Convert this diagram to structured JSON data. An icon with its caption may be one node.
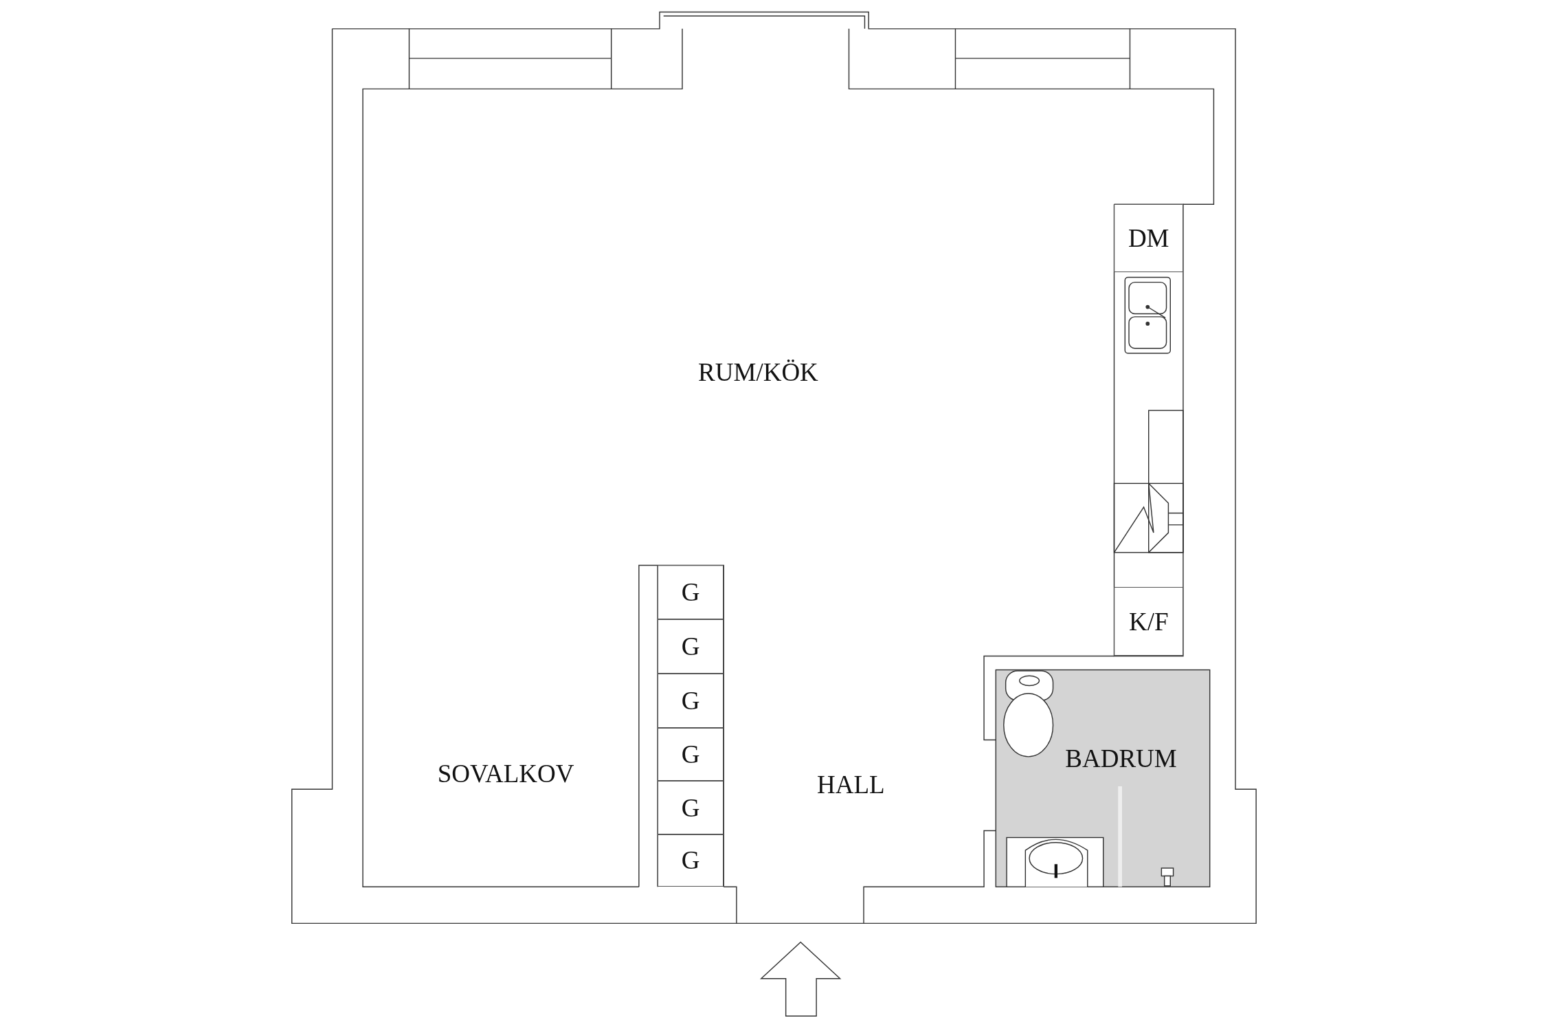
{
  "diagram": {
    "nodes": [
      {
        "text": [
          "BADRUM"
        ]
      },
      {
        "text": [
          "DM"
        ]
      },
      {
        "text": [
          "K/F"
        ]
      },
      {
        "text": [
          "G"
        ]
      },
      {
        "text": [
          "G"
        ]
      },
      {
        "text": [
          "G"
        ]
      },
      {
        "text": [
          "G"
        ]
      },
      {
        "text": [
          "G"
        ]
      },
      {
        "text": [
          "G"
        ]
      }
    ],
    "edges": [],
    "labels": [
      "RUM/KÖK",
      "SOVALKOV",
      "HALL"
    ]
  }
}
